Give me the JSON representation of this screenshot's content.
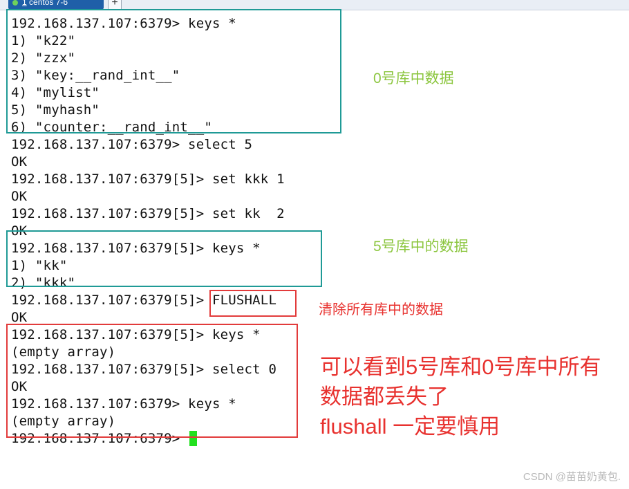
{
  "tab": {
    "label_prefix": "1",
    "label_rest": " centos 7-6",
    "add_glyph": "+"
  },
  "terminal": {
    "lines": [
      "192.168.137.107:6379> keys *",
      "1) \"k22\"",
      "2) \"zzx\"",
      "3) \"key:__rand_int__\"",
      "4) \"mylist\"",
      "5) \"myhash\"",
      "6) \"counter:__rand_int__\"",
      "192.168.137.107:6379> select 5",
      "OK",
      "192.168.137.107:6379[5]> set kkk 1",
      "OK",
      "192.168.137.107:6379[5]> set kk  2",
      "OK",
      "192.168.137.107:6379[5]> keys *",
      "1) \"kk\"",
      "2) \"kkk\"",
      "192.168.137.107:6379[5]> FLUSHALL",
      "OK",
      "192.168.137.107:6379[5]> keys *",
      "(empty array)",
      "192.168.137.107:6379[5]> select 0",
      "OK",
      "192.168.137.107:6379> keys *",
      "(empty array)",
      "192.168.137.107:6379> "
    ]
  },
  "annotations": {
    "db0": "0号库中数据",
    "db5": "5号库中的数据",
    "flush": "清除所有库中的数据",
    "conclusion_1": "可以看到5号库和0号库中所有",
    "conclusion_2": "数据都丢失了",
    "conclusion_3": "flushall  一定要慎用"
  },
  "colors": {
    "teal_box": "#1f9a96",
    "red_box": "#e23b3b",
    "green_text": "#8cc63f",
    "red_text": "#e8322f",
    "cursor": "#22e01f"
  },
  "watermark": "CSDN @苗苗奶黄包."
}
